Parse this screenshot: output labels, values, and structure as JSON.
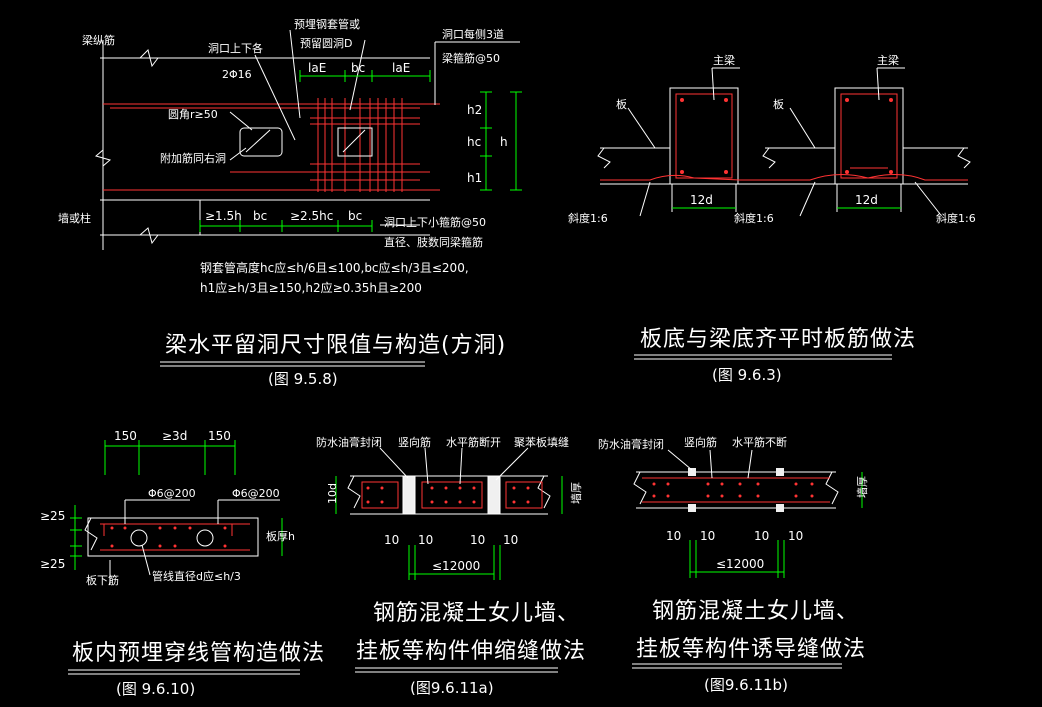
{
  "colors": {
    "background": "#000000",
    "line": "#ffffff",
    "rebar": "#ff3333",
    "dimension": "#00ff00",
    "concrete": "#f0f0f0"
  },
  "fig_958": {
    "title": "梁水平留洞尺寸限值与构造(方洞)",
    "ref": "(图 9.5.8)",
    "labels": {
      "beam_rebar": "梁纵筋",
      "hole_top_bottom": "洞口上下各",
      "bar_2d16": "2Φ16",
      "embedded_sleeve": "预埋钢套管或",
      "reserved_hole": "预留圆洞D",
      "stirrups_each_side": "洞口每侧3道",
      "beam_stirrup_50": "梁箍筋@50",
      "corner_radius": "圆角r≥50",
      "extra_bar": "附加筋同右洞",
      "column_edge": "墙或柱",
      "small_stirrup": "洞口上下小箍筋@50",
      "small_stirrup_2": "直径、肢数同梁箍筋"
    },
    "dims": {
      "laE_1": "laE",
      "bc_top": "bc",
      "laE_2": "laE",
      "h2": "h2",
      "hc": "hc",
      "h1": "h1",
      "h": "h",
      "ge15h": "≥1.5h",
      "bc_1": "bc",
      "ge25hc": "≥2.5hc",
      "bc_2": "bc"
    },
    "notes": [
      "钢套管高度hc应≤h/6且≤100,bc应≤h/3且≤200,",
      "h1应≥h/3且≥150,h2应≥0.35h且≥200"
    ]
  },
  "fig_963": {
    "title": "板底与梁底齐平时板筋做法",
    "ref": "(图 9.6.3)",
    "labels": {
      "main_beam_1": "主梁",
      "main_beam_2": "主梁",
      "slab_1": "板",
      "slab_2": "板",
      "slope_1": "斜度1:6",
      "slope_2": "斜度1:6",
      "slope_3": "斜度1:6",
      "dim_12d_1": "12d",
      "dim_12d_2": "12d"
    }
  },
  "fig_9610": {
    "title": "板内预埋穿线管构造做法",
    "ref": "(图 9.6.10)",
    "labels": {
      "bar_phi6_1": "Φ6@200",
      "bar_phi6_2": "Φ6@200",
      "pipe_dia": "管线直径d应≤h/3",
      "slab_bottom": "板下筋",
      "slab_thick": "板厚h"
    },
    "dims": {
      "d150_1": "150",
      "ge3d": "≥3d",
      "d150_2": "150",
      "ge25_1": "≥25",
      "ge25_2": "≥25"
    }
  },
  "fig_9611a": {
    "title_1": "钢筋混凝土女儿墙、",
    "title_2": "挂板等构件伸缩缝做法",
    "ref": "(图9.6.11a)",
    "labels": {
      "waterproof": "防水油膏封闭",
      "vertical_bar": "竖向筋",
      "horizontal_bar": "水平筋断开",
      "foam_joint": "聚苯板填缝",
      "dim_10d": "10d",
      "wall_thick": "墙厚"
    },
    "dims": {
      "d10_1": "10",
      "d10_2": "10",
      "d10_3": "10",
      "d10_4": "10",
      "le12000": "≤12000"
    }
  },
  "fig_9611b": {
    "title_1": "钢筋混凝土女儿墙、",
    "title_2": "挂板等构件诱导缝做法",
    "ref": "(图9.6.11b)",
    "labels": {
      "waterproof": "防水油膏封闭",
      "vertical_bar": "竖向筋",
      "horizontal_bar": "水平筋不断",
      "wall_thick": "墙厚"
    },
    "dims": {
      "d10_1": "10",
      "d10_2": "10",
      "d10_3": "10",
      "d10_4": "10",
      "le12000": "≤12000"
    }
  }
}
